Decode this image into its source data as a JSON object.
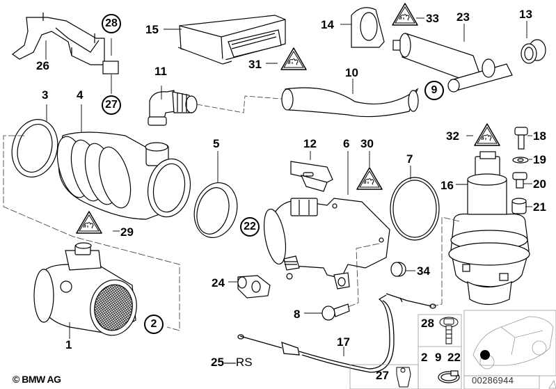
{
  "diagram": {
    "title": "Air intake / throttle components exploded view",
    "copyright": "© BMW AG",
    "part_number": "00286944",
    "callouts": [
      {
        "id": "1",
        "label": "1",
        "part": "air mass meter"
      },
      {
        "id": "2",
        "label": "2",
        "circled": true
      },
      {
        "id": "3",
        "label": "3",
        "part": "clamp ring"
      },
      {
        "id": "4",
        "label": "4",
        "part": "intake bellows"
      },
      {
        "id": "5",
        "label": "5",
        "part": "clamp ring"
      },
      {
        "id": "6",
        "label": "6",
        "part": "throttle housing"
      },
      {
        "id": "7",
        "label": "7",
        "part": "o-ring"
      },
      {
        "id": "8",
        "label": "8",
        "part": "bolt"
      },
      {
        "id": "9",
        "label": "9",
        "circled": true
      },
      {
        "id": "10",
        "label": "10",
        "part": "hose"
      },
      {
        "id": "11",
        "label": "11",
        "part": "elbow"
      },
      {
        "id": "12",
        "label": "12",
        "part": "throttle position sensor"
      },
      {
        "id": "13",
        "label": "13",
        "part": "grommet"
      },
      {
        "id": "14",
        "label": "14",
        "part": "holder"
      },
      {
        "id": "15",
        "label": "15",
        "part": "control unit"
      },
      {
        "id": "16",
        "label": "16",
        "part": "idle actuator"
      },
      {
        "id": "17",
        "label": "17",
        "part": "throttle cable"
      },
      {
        "id": "18",
        "label": "18",
        "part": "bolt"
      },
      {
        "id": "19",
        "label": "19",
        "part": "washer"
      },
      {
        "id": "20",
        "label": "20",
        "part": "bushing"
      },
      {
        "id": "21",
        "label": "21",
        "part": "rubber mount"
      },
      {
        "id": "22",
        "label": "22",
        "circled": true
      },
      {
        "id": "23",
        "label": "23",
        "part": "pump"
      },
      {
        "id": "24",
        "label": "24",
        "part": "cable clip"
      },
      {
        "id": "25",
        "label": "25",
        "suffix": "RS"
      },
      {
        "id": "26",
        "label": "26",
        "part": "bracket"
      },
      {
        "id": "27",
        "label": "27",
        "circled": true
      },
      {
        "id": "28",
        "label": "28",
        "circled": true
      },
      {
        "id": "29",
        "label": "29",
        "warning": true
      },
      {
        "id": "30",
        "label": "30",
        "warning": true
      },
      {
        "id": "31",
        "label": "31",
        "warning": true
      },
      {
        "id": "32",
        "label": "32",
        "warning": true
      },
      {
        "id": "33",
        "label": "33",
        "warning": true
      },
      {
        "id": "34",
        "label": "34",
        "part": "grommet"
      }
    ],
    "inset_parts": {
      "screw_label": "28",
      "clamp_labels": [
        "2",
        "9",
        "22"
      ],
      "nut_label": "27"
    },
    "labels": {
      "c25_suffix": "—RS"
    },
    "colors": {
      "line": "#000000",
      "leader": "#333333",
      "background": "#ffffff"
    }
  }
}
